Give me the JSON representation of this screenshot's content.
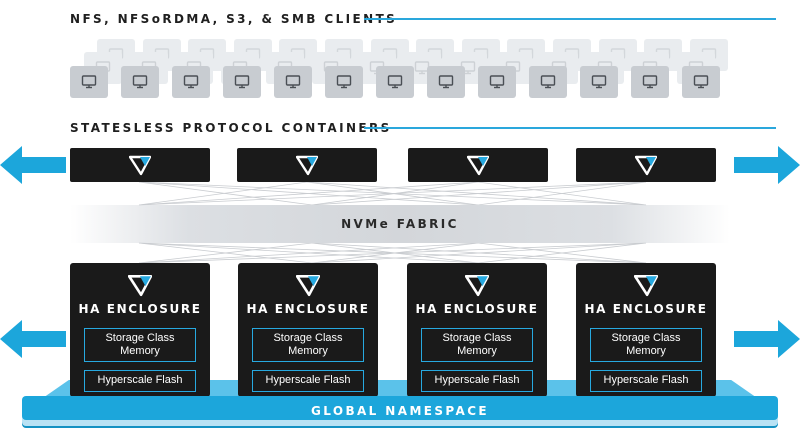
{
  "clients": {
    "title": "NFS, NFSoRDMA, S3, & SMB CLIENTS",
    "icon": "monitor-icon"
  },
  "containers": {
    "title": "STATESLESS PROTOCOL CONTAINERS",
    "items": [
      {
        "logo": "vast-logo-icon"
      },
      {
        "logo": "vast-logo-icon"
      },
      {
        "logo": "vast-logo-icon"
      },
      {
        "logo": "vast-logo-icon"
      }
    ]
  },
  "fabric": {
    "label": "NVMe FABRIC"
  },
  "enclosures": [
    {
      "title": "HA ENCLOSURE",
      "scm_label": "Storage Class Memory",
      "flash_label": "Hyperscale Flash"
    },
    {
      "title": "HA ENCLOSURE",
      "scm_label": "Storage Class Memory",
      "flash_label": "Hyperscale Flash"
    },
    {
      "title": "HA ENCLOSURE",
      "scm_label": "Storage Class Memory",
      "flash_label": "Hyperscale Flash"
    },
    {
      "title": "HA ENCLOSURE",
      "scm_label": "Storage Class Memory",
      "flash_label": "Hyperscale Flash"
    }
  ],
  "namespace": {
    "label": "GLOBAL NAMESPACE"
  },
  "colors": {
    "accent": "#1ca6db",
    "dark": "#1a1a1a",
    "fabric": "#d3d6da",
    "client_tile": "#c8ccd1"
  }
}
